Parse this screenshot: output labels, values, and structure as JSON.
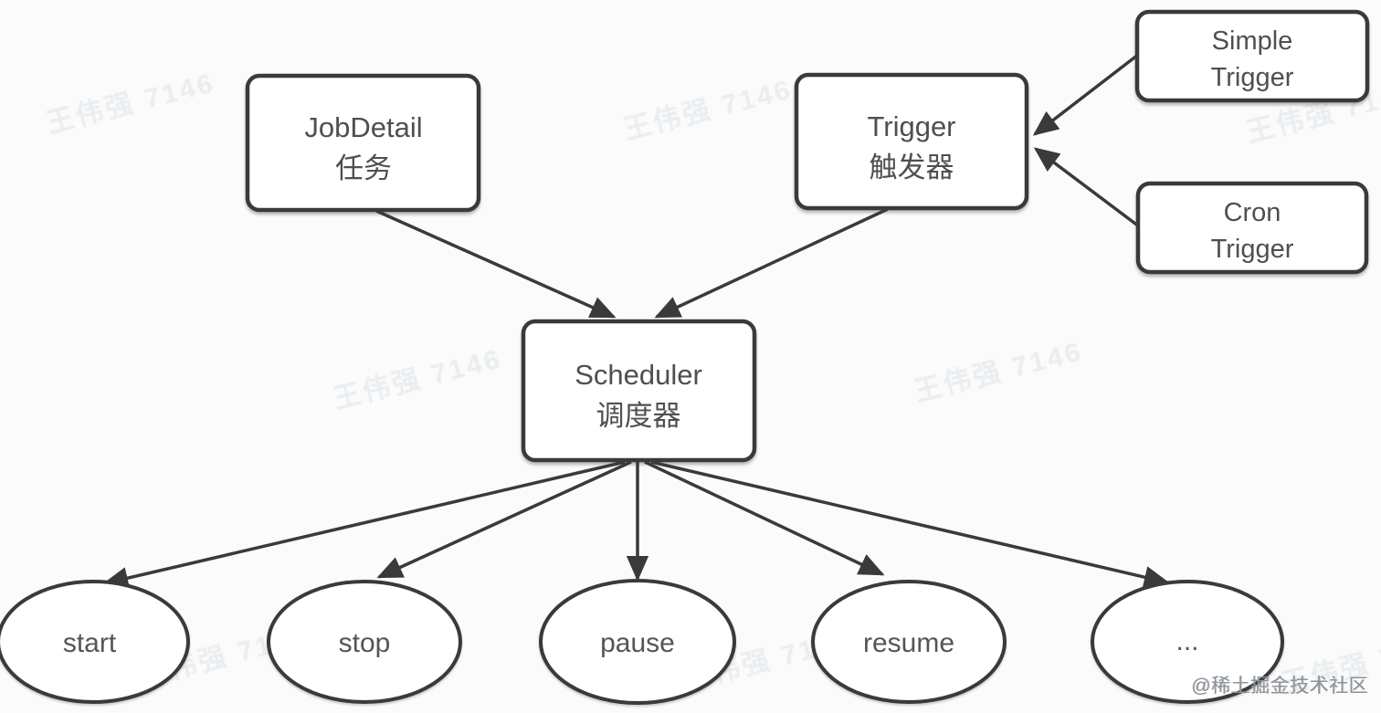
{
  "diagram": {
    "title_hint": "Quartz scheduler architecture diagram",
    "nodes": {
      "jobdetail": {
        "line1": "JobDetail",
        "line2": "任务"
      },
      "trigger": {
        "line1": "Trigger",
        "line2": "触发器"
      },
      "simple_trigger": {
        "line1": "Simple",
        "line2": "Trigger"
      },
      "cron_trigger": {
        "line1": "Cron",
        "line2": "Trigger"
      },
      "scheduler": {
        "line1": "Scheduler",
        "line2": "调度器"
      }
    },
    "operations": [
      "start",
      "stop",
      "pause",
      "resume",
      "..."
    ],
    "edges": [
      {
        "from": "JobDetail 任务",
        "to": "Scheduler 调度器"
      },
      {
        "from": "Trigger 触发器",
        "to": "Scheduler 调度器"
      },
      {
        "from": "Simple Trigger",
        "to": "Trigger 触发器"
      },
      {
        "from": "Cron Trigger",
        "to": "Trigger 触发器"
      },
      {
        "from": "Scheduler 调度器",
        "to": "start"
      },
      {
        "from": "Scheduler 调度器",
        "to": "stop"
      },
      {
        "from": "Scheduler 调度器",
        "to": "pause"
      },
      {
        "from": "Scheduler 调度器",
        "to": "resume"
      },
      {
        "from": "Scheduler 调度器",
        "to": "..."
      }
    ],
    "colors": {
      "background": "#fbfbfb",
      "node_fill": "#ffffff",
      "stroke": "#3a3a3a",
      "label_text": "#4f4f4f",
      "watermark": "#e9edf0",
      "credit_text": "#8e939a"
    }
  },
  "watermarks": {
    "repeated_text": "王伟强 7146",
    "credit": "@稀土掘金技术社区"
  }
}
